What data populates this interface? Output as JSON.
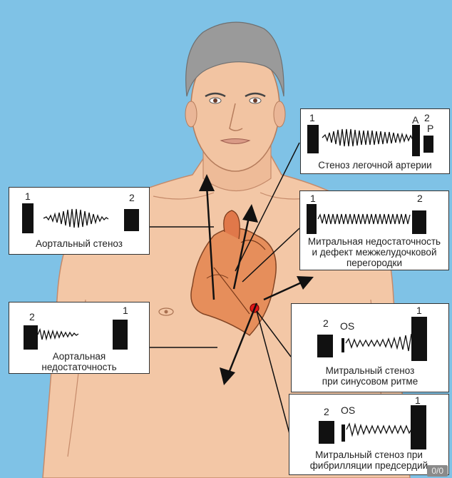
{
  "panels": {
    "pulmonary_stenosis": {
      "label_1": "1",
      "label_a": "A",
      "label_2": "2",
      "label_p": "P",
      "caption": "Стеноз легочной артерии"
    },
    "aortic_stenosis": {
      "label_1": "1",
      "label_2": "2",
      "caption": "Аортальный стеноз"
    },
    "mitral_regurgitation": {
      "label_1": "1",
      "label_2": "2",
      "caption_line1": "Митральная недостаточность",
      "caption_line2": "и дефект межжелудочковой",
      "caption_line3": "перегородки"
    },
    "aortic_regurgitation": {
      "label_2": "2",
      "label_1": "1",
      "caption_line1": "Аортальная",
      "caption_line2": "недостаточность"
    },
    "mitral_stenosis_sinus": {
      "label_2": "2",
      "label_os": "OS",
      "label_1": "1",
      "caption_line1": "Митральный стеноз",
      "caption_line2": "при синусовом ритме"
    },
    "mitral_stenosis_af": {
      "label_2": "2",
      "label_os": "OS",
      "label_1": "1",
      "caption_line1": "Митральный стеноз при",
      "caption_line2": "фибрилляции предсердий"
    }
  },
  "page_number": "0/0",
  "colors": {
    "background": "#7fc2e6",
    "skin": "#f3c7a6",
    "hair": "#9a9a9a",
    "heart": "#e58a55",
    "marker": "#e01818",
    "ink": "#111111"
  }
}
